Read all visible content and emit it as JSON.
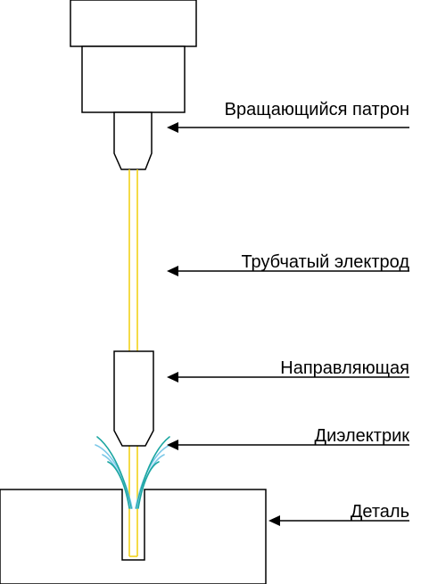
{
  "labels": {
    "chuck": "Вращающийся патрон",
    "electrode": "Трубчатый электрод",
    "guide": "Направляющая",
    "dielectric": "Диэлектрик",
    "workpiece": "Деталь"
  },
  "colors": {
    "electrode": "#f2d21a",
    "dielectric_a": "#1ba6a1",
    "dielectric_b": "#7cc8e8",
    "outline": "#000000"
  }
}
